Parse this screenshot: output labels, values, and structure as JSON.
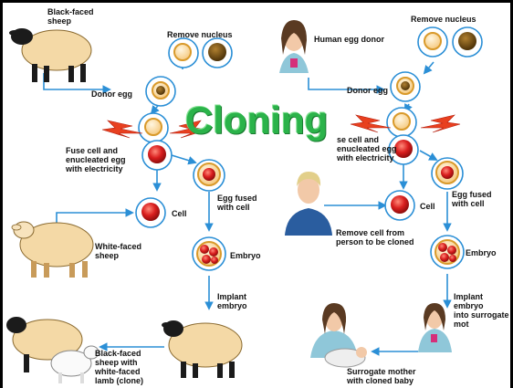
{
  "title": "Cloning",
  "sheep_side": {
    "black_faced_sheep": "Black-faced\nsheep",
    "remove_nucleus": "Remove nucleus",
    "donor_egg": "Donor egg",
    "fuse_cell": "Fuse cell and\nenucleated egg\nwith electricity",
    "cell": "Cell",
    "egg_fused": "Egg fused\nwith cell",
    "white_faced_sheep": "White-faced\nsheep",
    "embryo": "Embryo",
    "implant_embryo": "Implant\nembryo",
    "lamb_clone": "Black-faced\nsheep with\nwhite-faced\nlamb (clone)"
  },
  "human_side": {
    "human_egg_donor": "Human egg donor",
    "remove_nucleus": "Remove nucleus",
    "donor_egg": "Donor egg",
    "fuse_cell": "se cell and\nenucleated egg\nwith electricity",
    "cell": "Cell",
    "egg_fused": "Egg fused\nwith cell",
    "remove_cell": "Remove cell from\nperson to be cloned",
    "embryo": "Embryo",
    "implant_embryo": "Implant embryo\ninto surrogate mot",
    "surrogate": "Surrogate mother\nwith cloned baby"
  },
  "colors": {
    "title": "#2bb34a",
    "arrow": "#2b8fd6",
    "egg_ring": "#f0a93a",
    "nucleus": "#6b4a14",
    "cell_red": "#d91e1e",
    "sheep_body": "#f4d9a6",
    "spark": "#e8401f"
  }
}
